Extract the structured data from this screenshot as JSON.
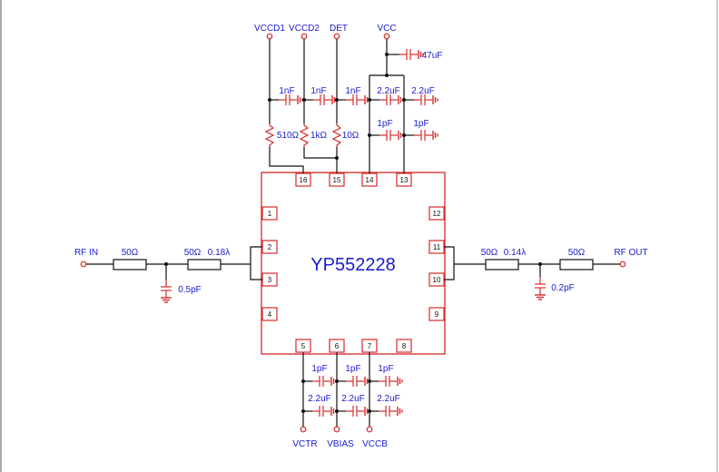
{
  "ic": {
    "name": "YP552228",
    "pins": [
      "16",
      "15",
      "14",
      "13",
      "1",
      "2",
      "3",
      "4",
      "12",
      "11",
      "10",
      "9",
      "5",
      "6",
      "7",
      "8"
    ]
  },
  "supplies": {
    "vccd1": "VCCD1",
    "vccd2": "VCCD2",
    "det": "DET",
    "vcc": "VCC",
    "vctr": "VCTR",
    "vbias": "VBIAS",
    "vccb": "VCCB"
  },
  "ports": {
    "rf_in": "RF IN",
    "rf_out": "RF OUT"
  },
  "components": {
    "c_vcc_47u": "47uF",
    "c_top": [
      "1nF",
      "1nF",
      "1nF",
      "2.2uF",
      "2.2uF"
    ],
    "c_top_small": [
      "1pF",
      "1pF"
    ],
    "r_top": [
      "510Ω",
      "1kΩ",
      "10Ω"
    ],
    "in_line1": "50Ω",
    "in_line2": "50Ω",
    "in_line2_len": "0.18λ",
    "c_in_shunt": "0.5pF",
    "out_line1": "50Ω",
    "out_line1_len": "0.14λ",
    "out_line2": "50Ω",
    "c_out_shunt": "0.2pF",
    "c_bottom_small": [
      "1pF",
      "1pF",
      "1pF"
    ],
    "c_bottom_big": [
      "2.2uF",
      "2.2uF",
      "2.2uF"
    ]
  }
}
